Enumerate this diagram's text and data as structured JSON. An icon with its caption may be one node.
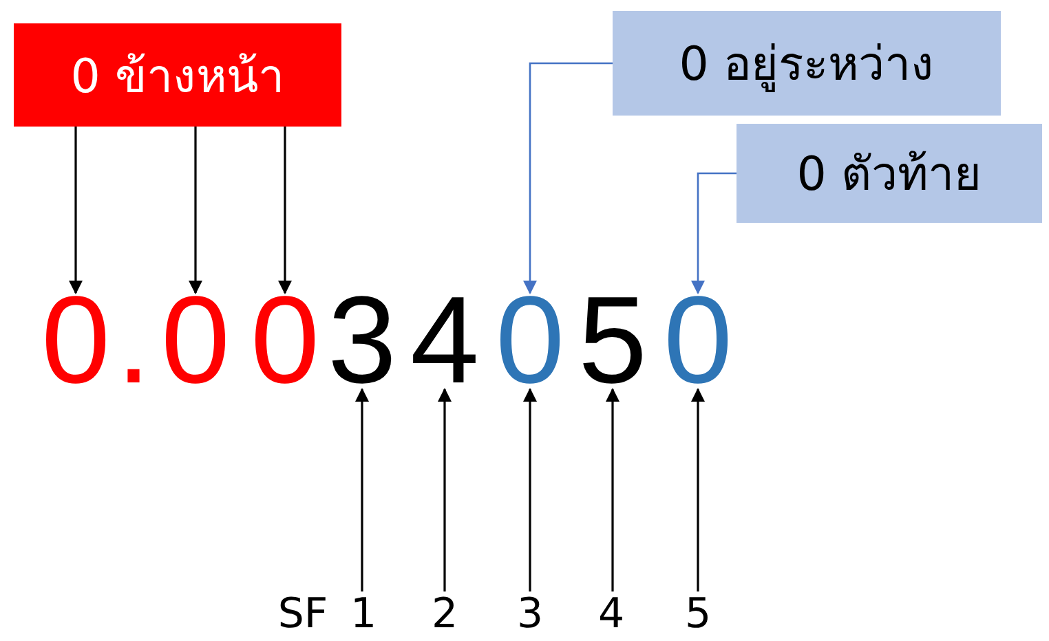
{
  "diagram": {
    "nodes": [
      {
        "text": [
          "0 ข้างหน้า"
        ]
      },
      {
        "text": [
          "0 อยู่ระหว่าง"
        ]
      },
      {
        "text": [
          "0 ตัวท้าย"
        ]
      },
      {
        "text": [
          "0"
        ]
      },
      {
        "text": [
          "."
        ]
      },
      {
        "text": [
          "0"
        ]
      },
      {
        "text": [
          "0"
        ]
      },
      {
        "text": [
          "3"
        ]
      },
      {
        "text": [
          "4"
        ]
      },
      {
        "text": [
          "0"
        ]
      },
      {
        "text": [
          "5"
        ]
      },
      {
        "text": [
          "0"
        ]
      },
      {
        "text": [
          "1"
        ]
      },
      {
        "text": [
          "2"
        ]
      },
      {
        "text": [
          "3"
        ]
      },
      {
        "text": [
          "4"
        ]
      },
      {
        "text": [
          "5"
        ]
      }
    ],
    "edges": [
      {
        "from": 0,
        "to": 3,
        "arrow": "to"
      },
      {
        "from": 0,
        "to": 5,
        "arrow": "to"
      },
      {
        "from": 0,
        "to": 6,
        "arrow": "to"
      },
      {
        "from": 1,
        "to": 9,
        "arrow": "to",
        "color": "#4472c4"
      },
      {
        "from": 2,
        "to": 11,
        "arrow": "to",
        "color": "#4472c4"
      },
      {
        "from": 12,
        "to": 7,
        "arrow": "to"
      },
      {
        "from": 13,
        "to": 8,
        "arrow": "to"
      },
      {
        "from": 14,
        "to": 9,
        "arrow": "to"
      },
      {
        "from": 15,
        "to": 10,
        "arrow": "to"
      },
      {
        "from": 16,
        "to": 11,
        "arrow": "to"
      }
    ],
    "labels": [
      "SF"
    ]
  }
}
